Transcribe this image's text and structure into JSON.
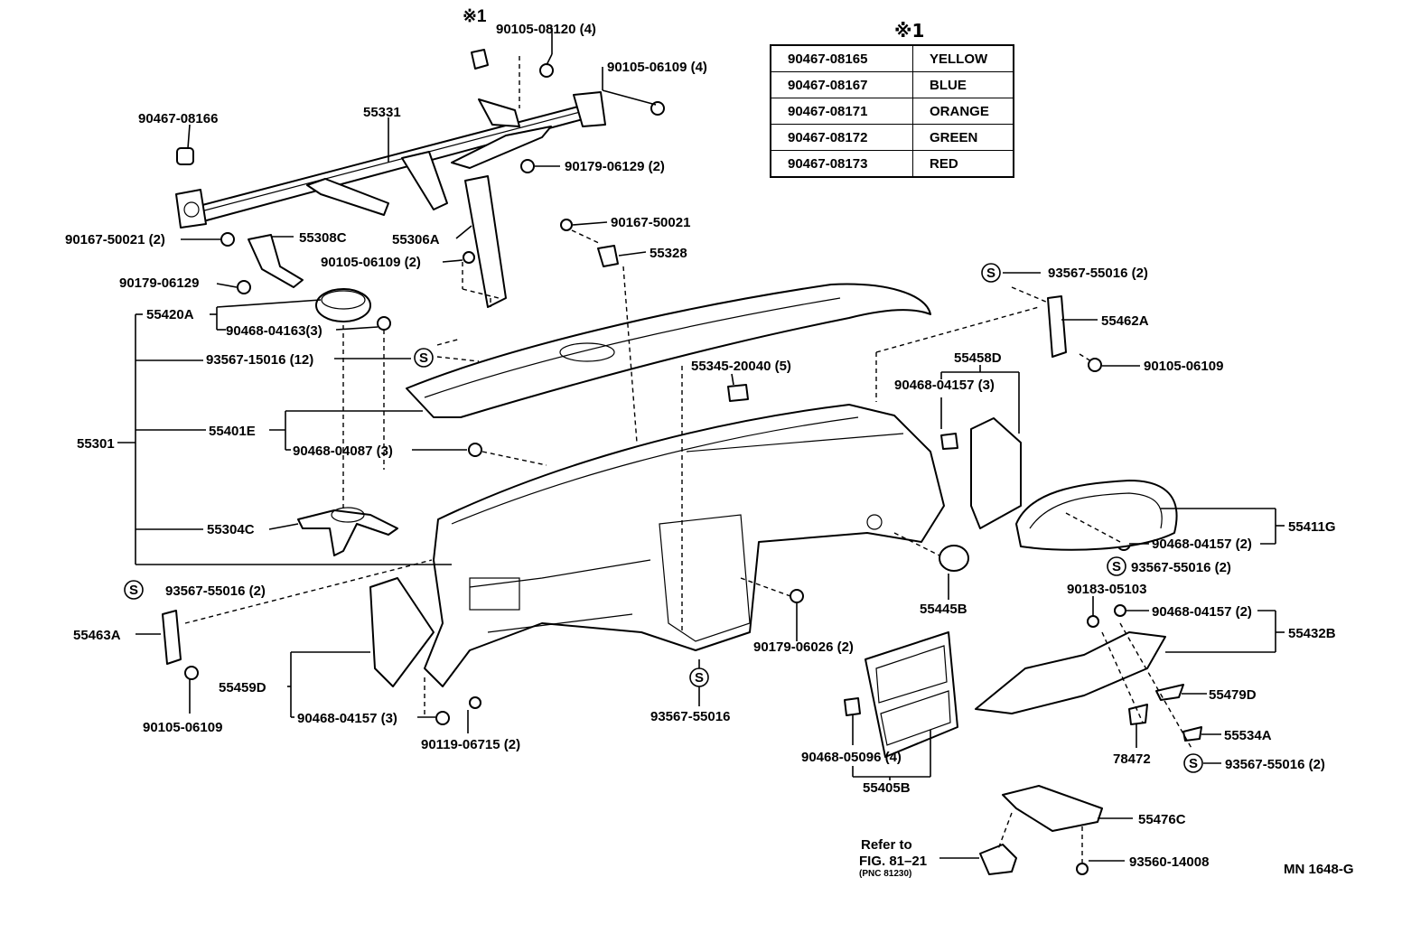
{
  "diagram_code": "MN 1648-G",
  "color_table": {
    "title": "※1",
    "rows": [
      {
        "part": "90467-08165",
        "color": "YELLOW"
      },
      {
        "part": "90467-08167",
        "color": "BLUE"
      },
      {
        "part": "90467-08171",
        "color": "ORANGE"
      },
      {
        "part": "90467-08172",
        "color": "GREEN"
      },
      {
        "part": "90467-08173",
        "color": "RED"
      }
    ]
  },
  "reference": {
    "line1": "Refer to",
    "line2": "FIG. 81–21",
    "line3": "(PNC 81230)"
  },
  "labels": {
    "l_star1": "※1",
    "l_90105_08120": "90105-08120 (4)",
    "l_90105_06109_4": "90105-06109 (4)",
    "l_90467_08166": "90467-08166",
    "l_55331": "55331",
    "l_90179_06129_2": "90179-06129 (2)",
    "l_90167_50021_2": "90167-50021 (2)",
    "l_55308C": "55308C",
    "l_55306A": "55306A",
    "l_90105_06109_2": "90105-06109 (2)",
    "l_90179_06129": "90179-06129",
    "l_90167_50021": "90167-50021",
    "l_55328": "55328",
    "l_55420A": "55420A",
    "l_90468_04163": "90468-04163(3)",
    "l_93567_15016": "93567-15016 (12)",
    "l_55301": "55301",
    "l_55401E": "55401E",
    "l_90468_04087": "90468-04087 (3)",
    "l_55304C": "55304C",
    "l_55345_20040": "55345-20040 (5)",
    "l_93567_55016_2_top": "93567-55016 (2)",
    "l_55462A": "55462A",
    "l_90105_06109_r": "90105-06109",
    "l_55458D": "55458D",
    "l_90468_04157_3_top": "90468-04157 (3)",
    "l_55411G": "55411G",
    "l_90468_04157_2_mid": "90468-04157 (2)",
    "l_93567_55016_2_mid": "93567-55016 (2)",
    "l_55445B": "55445B",
    "l_90183_05103": "90183-05103",
    "l_90468_04157_2_low": "90468-04157 (2)",
    "l_55432B": "55432B",
    "l_55479D": "55479D",
    "l_55534A": "55534A",
    "l_78472": "78472",
    "l_93567_55016_2_bot": "93567-55016 (2)",
    "l_93567_55016_2_left": "93567-55016 (2)",
    "l_55463A": "55463A",
    "l_90105_06109_l": "90105-06109",
    "l_55459D": "55459D",
    "l_90468_04157_3_bot": "90468-04157 (3)",
    "l_90119_06715": "90119-06715 (2)",
    "l_90179_06026": "90179-06026 (2)",
    "l_93567_55016_c": "93567-55016",
    "l_90468_05096": "90468-05096 (4)",
    "l_55405B": "55405B",
    "l_55476C": "55476C",
    "l_93560_14008": "93560-14008",
    "s_mark": "S"
  }
}
